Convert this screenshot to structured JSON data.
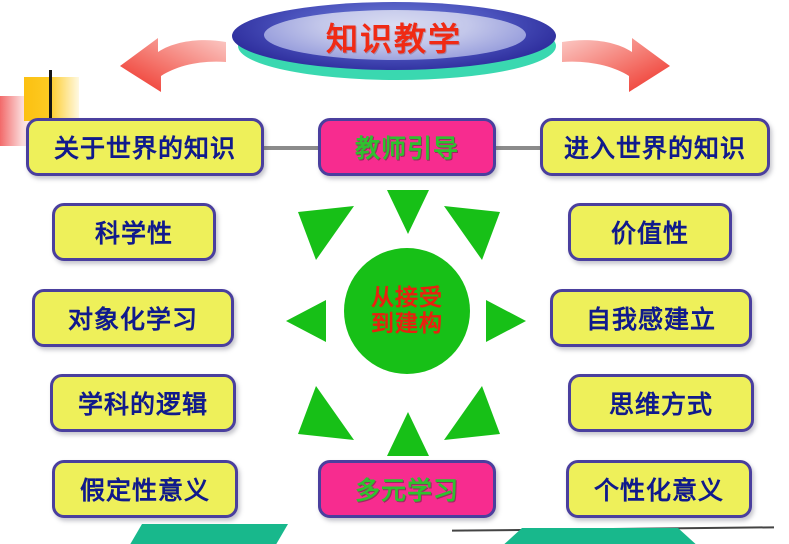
{
  "title": {
    "text": "知识教学",
    "text_color": "#f02a14",
    "disc_color": "#2f2f9e",
    "disc_shadow_color": "#3ad8b0"
  },
  "colors": {
    "yellow_box": "#eef05a",
    "magenta_box": "#f72c8f",
    "box_border": "#4a3f9e",
    "box_text_dark_blue": "#101a8c",
    "magenta_box_text_green": "#2fc02f",
    "sun_green": "#17c017",
    "sun_text_red": "#e8210f",
    "arrow_red": "#f0453c",
    "connector_gray": "#8b8b8b",
    "teal_accent": "#18b88c",
    "orange_accent": "#fcc011"
  },
  "header_row": {
    "left": {
      "label": "关于世界的知识",
      "style": "yellow"
    },
    "center": {
      "label": "教师引导",
      "style": "magenta"
    },
    "right": {
      "label": "进入世界的知识",
      "style": "yellow"
    }
  },
  "left_column": [
    {
      "label": "科学性",
      "style": "yellow"
    },
    {
      "label": "对象化学习",
      "style": "yellow"
    },
    {
      "label": "学科的逻辑",
      "style": "yellow"
    },
    {
      "label": "假定性意义",
      "style": "yellow"
    }
  ],
  "right_column": [
    {
      "label": "价值性",
      "style": "yellow"
    },
    {
      "label": "自我感建立",
      "style": "yellow"
    },
    {
      "label": "思维方式",
      "style": "yellow"
    },
    {
      "label": "个性化意义",
      "style": "yellow"
    }
  ],
  "bottom_center": {
    "label": "多元学习",
    "style": "magenta"
  },
  "center_hub": {
    "line1": "从接受",
    "line2": "到建构",
    "ray_count": 8
  },
  "icons": {
    "left_arrow": "curved-arrow-down-left-icon",
    "right_arrow": "curved-arrow-down-right-icon",
    "sun_rays": "triangle-ray-icon"
  }
}
